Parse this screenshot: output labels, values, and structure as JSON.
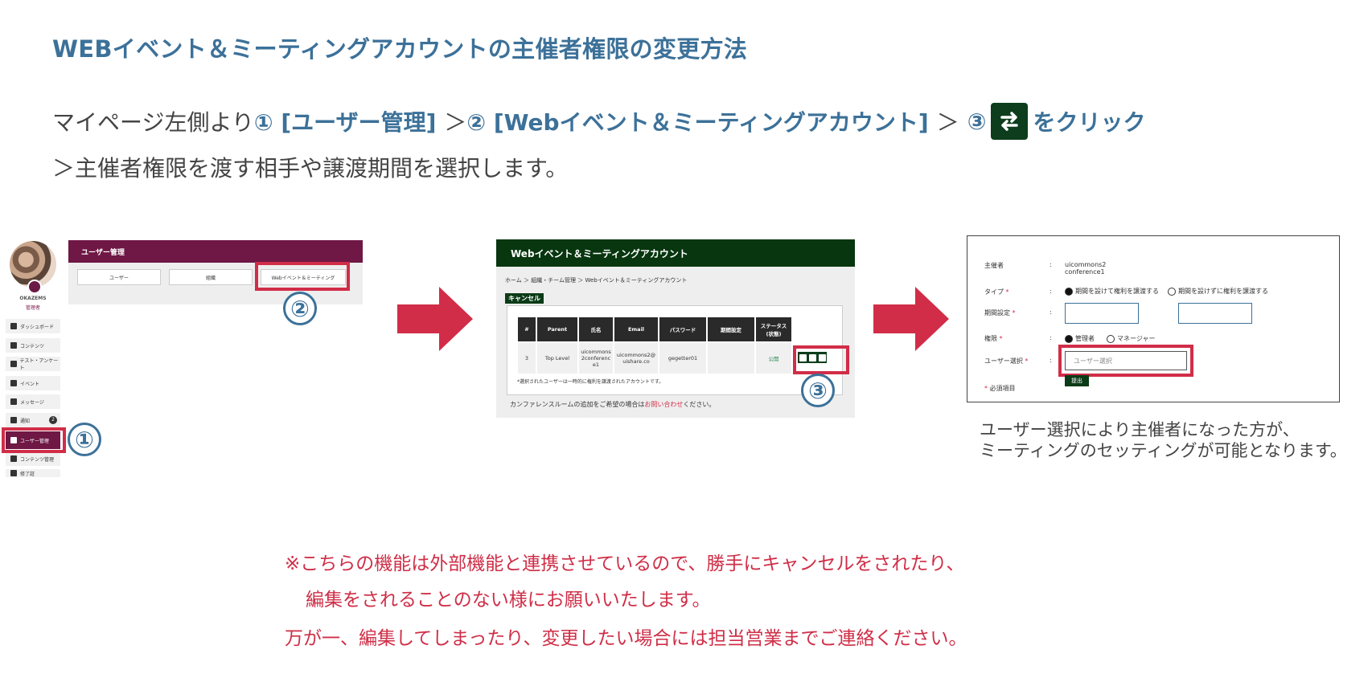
{
  "title": "WEBイベント＆ミーティングアカウントの主催者権限の変更方法",
  "instruction": {
    "prefix": "マイページ左側より",
    "step1": "① [ユーザー管理]",
    "sep1": "＞",
    "step2": "② [Webイベント＆ミーティングアカウント]",
    "sep2": "＞",
    "step3": "③",
    "click_suffix": "をクリック",
    "line2": "＞主催者権限を渡す相手や譲渡期間を選択します。"
  },
  "panel_user_mgmt": {
    "user_name": "OKAZEMS",
    "user_role": "管理者",
    "sidebar": [
      {
        "icon": "dashboard-icon",
        "label": "ダッシュボード"
      },
      {
        "icon": "content-icon",
        "label": "コンテンツ"
      },
      {
        "icon": "test-icon",
        "label": "テスト・アンケート"
      },
      {
        "icon": "event-icon",
        "label": "イベント"
      },
      {
        "icon": "message-icon",
        "label": "メッセージ"
      },
      {
        "icon": "bell-icon",
        "label": "通知",
        "badge": "2"
      },
      {
        "icon": "users-icon",
        "label": "ユーザー管理"
      },
      {
        "icon": "content-manage-icon",
        "label": "コンテンツ管理"
      },
      {
        "icon": "more-icon",
        "label": "修了証"
      }
    ],
    "header": "ユーザー管理",
    "tabs": [
      "ユーザー",
      "組織",
      "Webイベント＆ミーティング"
    ],
    "marker1": "①",
    "marker2": "②"
  },
  "panel_accounts": {
    "header": "Webイベント＆ミーティングアカウント",
    "breadcrumb": "ホーム ＞ 組織・チーム管理 ＞ Webイベント＆ミーティングアカウント",
    "cancel_label": "キャンセル",
    "columns": [
      "#",
      "Parent",
      "氏名",
      "Email",
      "パスワード",
      "期間設定",
      "ステータス(状態)"
    ],
    "row": [
      "3",
      "Top Level",
      "uicommons2conference1",
      "uicommons2@uishare.co",
      "gegetter01",
      "",
      "公開"
    ],
    "note": "*選択されたユーザーは一時的に権利を譲渡されたアカウントです。",
    "footer_text": "カンファレンスルームの追加をご希望の場合は",
    "footer_link": "お問い合わせ",
    "footer_suffix": "ください。",
    "marker3": "③"
  },
  "panel_transfer": {
    "organizer_label": "主催者",
    "organizer_value": "uicommons2 conference1",
    "type_label": "タイプ",
    "type_opt1": "期間を設けて権利を譲渡する",
    "type_opt2": "期間を設けずに権利を譲渡する",
    "period_label": "期間設定",
    "role_label": "権限",
    "role_opt1": "管理者",
    "role_opt2": "マネージャー",
    "user_select_label": "ユーザー選択",
    "user_select_placeholder": "ユーザー選択",
    "submit_label": "提出",
    "required_note": "必須項目",
    "required_mark": "*",
    "colon": ":"
  },
  "caption": {
    "line1": "ユーザー選択により主催者になった方が、",
    "line2": "ミーティングのセッティングが可能となります。"
  },
  "warning": {
    "line1": "※こちらの機能は外部機能と連携させているので、勝手にキャンセルをされたり、",
    "line2": "編集をされることのない様にお願いいたします。",
    "line3": "万が一、編集してしまったり、変更したい場合には担当営業までご連絡ください。"
  },
  "colors": {
    "title_blue": "#3c7199",
    "highlight_red": "#d12d48",
    "maroon": "#6f1745",
    "dark_green": "#07360f"
  }
}
